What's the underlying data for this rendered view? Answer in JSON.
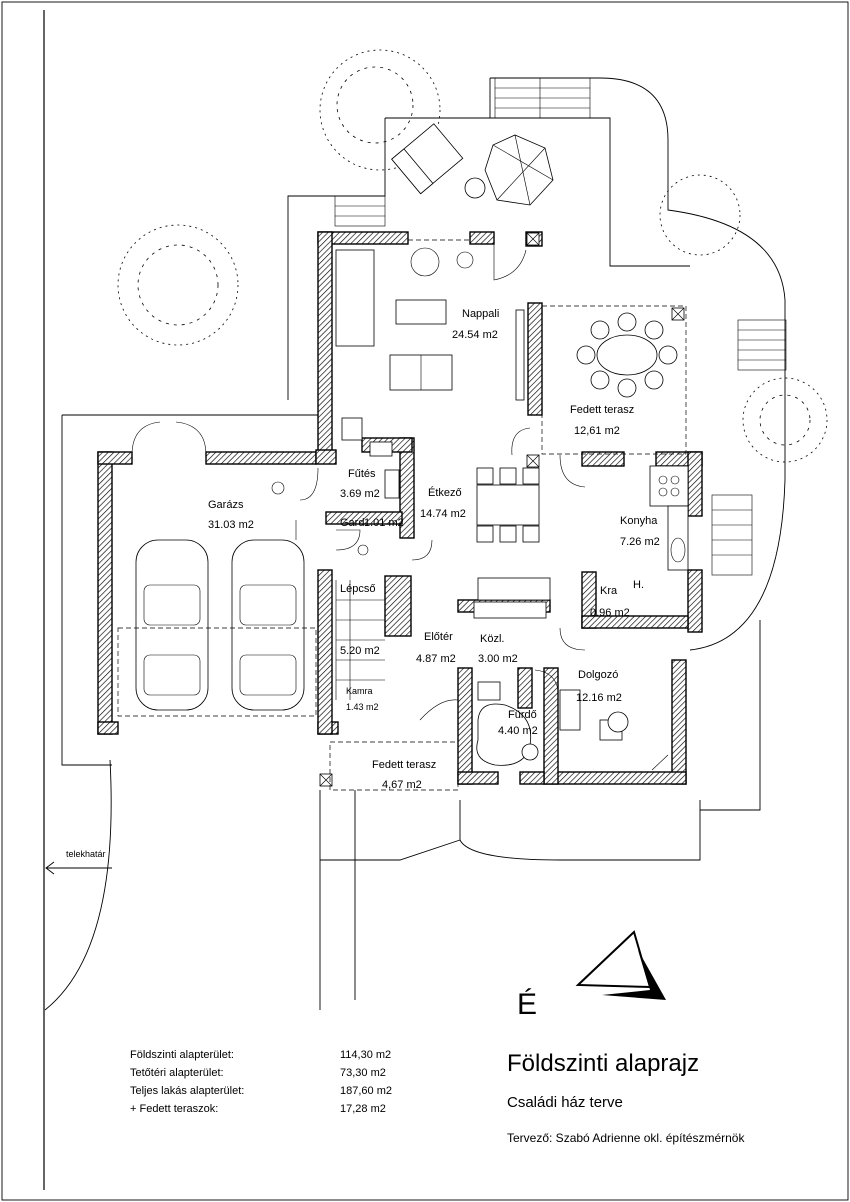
{
  "rooms": [
    {
      "name": "Nappali",
      "area": "24.54 m2"
    },
    {
      "name": "Fedett terasz",
      "area": "12,61 m2"
    },
    {
      "name": "Fűtés",
      "area": "3.69 m2"
    },
    {
      "name": "Étkező",
      "area": "14.74 m2"
    },
    {
      "name": "Garázs",
      "area": "31.03 m2"
    },
    {
      "name": "Gard.",
      "area": "1.01 m2"
    },
    {
      "name": "Konyha",
      "area": "7.26 m2"
    },
    {
      "name": "Kra",
      "area": "0.96 m2"
    },
    {
      "name": "Lépcső",
      "area": "5.20 m2"
    },
    {
      "name": "Előtér",
      "area": "4.87 m2"
    },
    {
      "name": "Közl.",
      "area": "3.00 m2"
    },
    {
      "name": "Dolgozó",
      "area": "12.16 m2"
    },
    {
      "name": "Kamra",
      "area": "1.43 m2"
    },
    {
      "name": "Fürdő",
      "area": "4.40 m2"
    },
    {
      "name": "Fedett terasz",
      "area": "4,67 m2"
    }
  ],
  "marks": {
    "h_label": "H.",
    "plot_line": "telekhatár",
    "north": "É"
  },
  "legend": [
    {
      "label": "Földszinti alapterület:",
      "value": "114,30 m2"
    },
    {
      "label": "Tetőtéri alapterület:",
      "value": "73,30 m2"
    },
    {
      "label": "Teljes lakás alapterület:",
      "value": "187,60 m2"
    },
    {
      "label": "+ Fedett teraszok:",
      "value": "17,28 m2"
    }
  ],
  "title": {
    "main": "Földszinti alaprajz",
    "sub": "Családi ház terve",
    "designer": "Tervező: Szabó Adrienne okl. építészmérnök"
  }
}
